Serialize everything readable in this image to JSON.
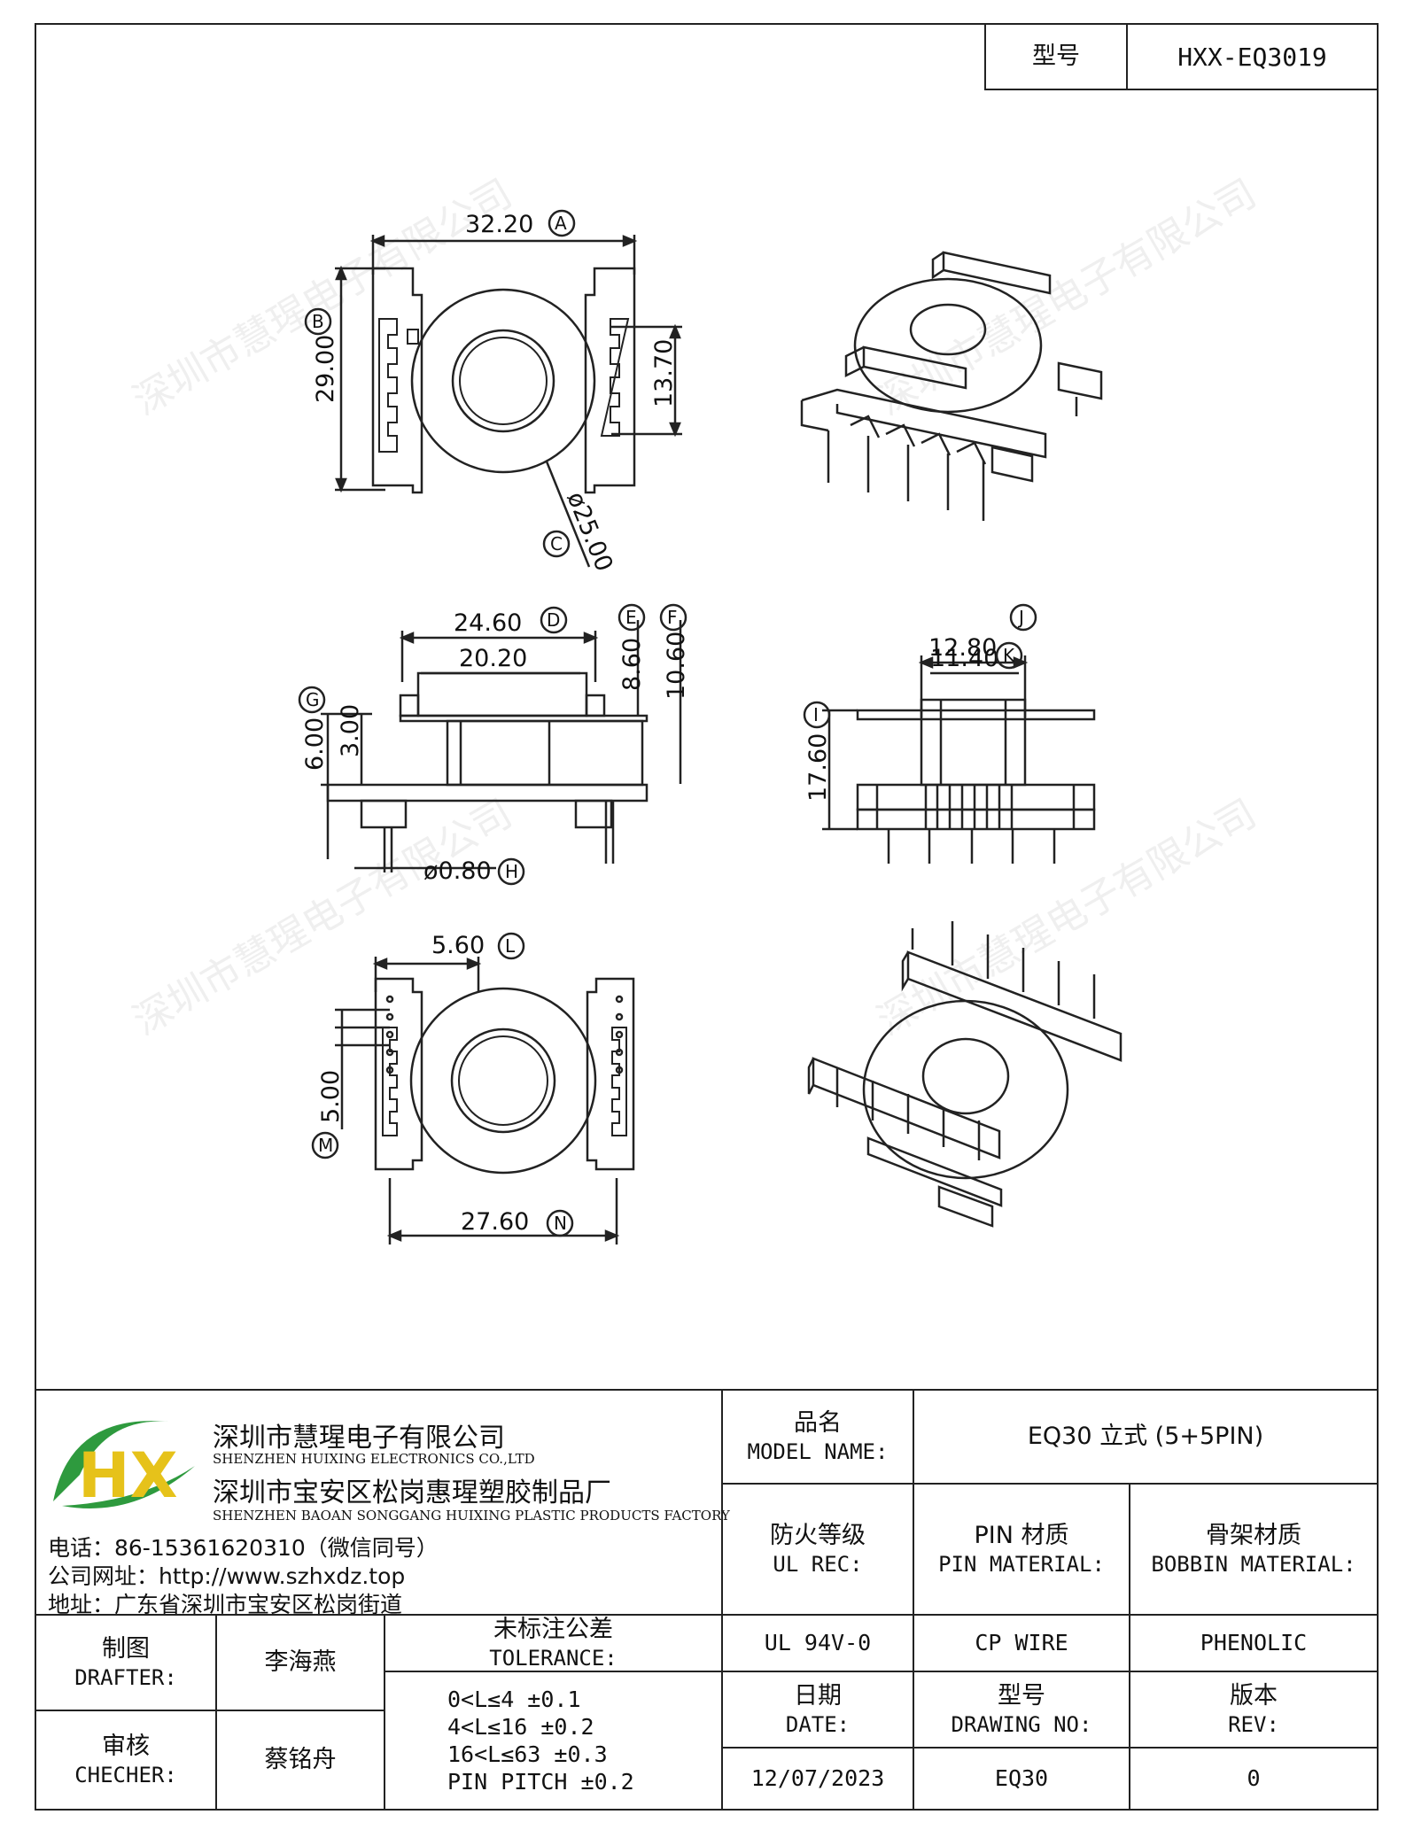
{
  "model": {
    "label": "型号",
    "value": "HXX-EQ3019"
  },
  "dimensions": {
    "A": {
      "letter": "A",
      "value": "32.20"
    },
    "B": {
      "letter": "B",
      "value": "29.00"
    },
    "C": {
      "letter": "C",
      "value": "ø25.00"
    },
    "B2": {
      "value": "13.70"
    },
    "D": {
      "letter": "D",
      "value": "24.60"
    },
    "D2": {
      "value": "20.20"
    },
    "E": {
      "letter": "E",
      "value": "8.60"
    },
    "F": {
      "letter": "F",
      "value": "10.60"
    },
    "G": {
      "letter": "G",
      "value": "6.00"
    },
    "G2": {
      "value": "3.00"
    },
    "H": {
      "letter": "H",
      "value": "ø0.80"
    },
    "I": {
      "letter": "I",
      "value": "17.60"
    },
    "J": {
      "letter": "J",
      "value": "12.80"
    },
    "K": {
      "letter": "K",
      "value": "11.40"
    },
    "L": {
      "letter": "L",
      "value": "5.60"
    },
    "M": {
      "letter": "M",
      "value": "5.00"
    },
    "N": {
      "letter": "N",
      "value": "27.60"
    }
  },
  "watermark": "深圳市慧瑆电子有限公司",
  "company": {
    "logo_text": "HX",
    "name_cn": "深圳市慧瑆电子有限公司",
    "name_en": "SHENZHEN HUIXING ELECTRONICS CO.,LTD",
    "factory_cn": "深圳市宝安区松岗惠瑆塑胶制品厂",
    "factory_en": "SHENZHEN BAOAN SONGGANG HUIXING PLASTIC PRODUCTS FACTORY",
    "phone": "电话：86-15361620310（微信同号）",
    "website": "公司网址：http://www.szhxdz.top",
    "address": "地址：广东省深圳市宝安区松岗街道"
  },
  "title_block": {
    "model_name_cn": "品名",
    "model_name_en": "MODEL NAME:",
    "model_name_value": "EQ30 立式 (5+5PIN)",
    "fire_rating_cn": "防火等级",
    "fire_rating_en": "UL REC:",
    "fire_rating_value": "UL 94V-0",
    "pin_material_cn": "PIN 材质",
    "pin_material_en": "PIN MATERIAL:",
    "pin_material_value": "CP WIRE",
    "bobbin_material_cn": "骨架材质",
    "bobbin_material_en": "BOBBIN MATERIAL:",
    "bobbin_material_value": "PHENOLIC",
    "drafter_cn": "制图",
    "drafter_en": "DRAFTER:",
    "drafter_value": "李海燕",
    "checker_cn": "审核",
    "checker_en": "CHECHER:",
    "checker_value": "蔡铭舟",
    "tolerance_cn": "未标注公差",
    "tolerance_en": "TOLERANCE:",
    "tolerance_lines": [
      "0<L≤4   ±0.1",
      "4<L≤16  ±0.2",
      "16<L≤63 ±0.3",
      "PIN PITCH ±0.2"
    ],
    "date_cn": "日期",
    "date_en": "DATE:",
    "date_value": "12/07/2023",
    "drawing_no_cn": "型号",
    "drawing_no_en": "DRAWING NO:",
    "drawing_no_value": "EQ30",
    "rev_cn": "版本",
    "rev_en": "REV:",
    "rev_value": "0"
  },
  "colors": {
    "logo_green": "#2e9a3e",
    "logo_yellow": "#e6c21a",
    "line": "#222222"
  }
}
